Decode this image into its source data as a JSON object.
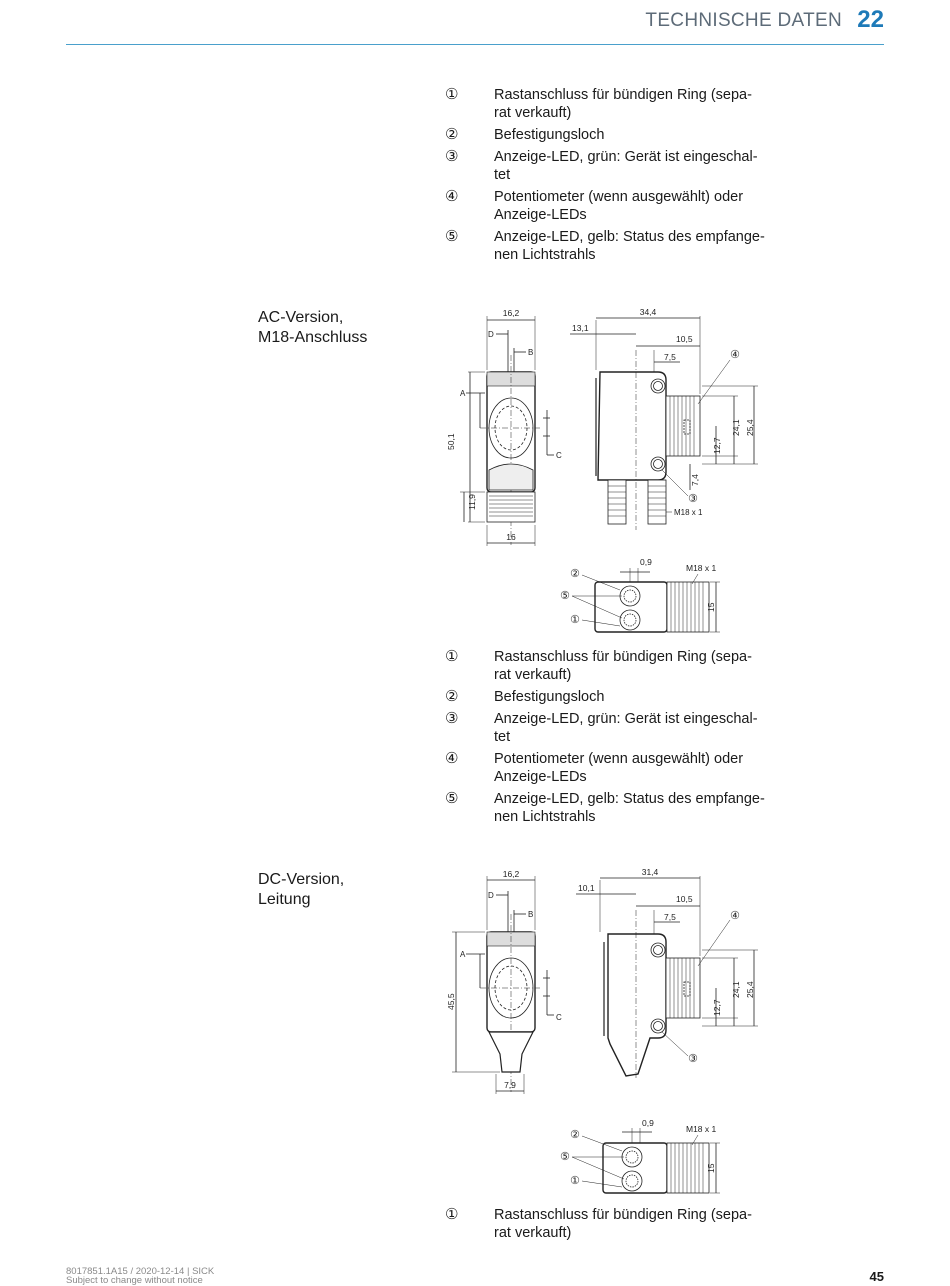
{
  "header": {
    "title": "TECHNISCHE DATEN",
    "chapter": "22"
  },
  "legend": [
    {
      "num": "①",
      "text": "Rastanschluss für bündigen Ring (sepa-\nrat verkauft)"
    },
    {
      "num": "②",
      "text": "Befestigungsloch"
    },
    {
      "num": "③",
      "text": "Anzeige-LED, grün: Gerät ist eingeschal-\ntet"
    },
    {
      "num": "④",
      "text": "Potentiometer (wenn ausgewählt) oder\nAnzeige-LEDs"
    },
    {
      "num": "⑤",
      "text": "Anzeige-LED, gelb: Status des empfange-\nnen Lichtstrahls"
    }
  ],
  "sections": {
    "ac": {
      "label": "AC-Version,\nM18-Anschluss"
    },
    "dc": {
      "label": "DC-Version,\nLeitung"
    }
  },
  "drawing_ac": {
    "front": {
      "w_top": "16,2",
      "d": "D",
      "b": "B",
      "a": "A",
      "c": "C",
      "height": "50,1",
      "thread_len": "11,9",
      "w_bottom": "16"
    },
    "side": {
      "total": "34,4",
      "offset": "13,1",
      "d1": "10,5",
      "d2": "7,5",
      "h1": "24,1",
      "h2": "25,4",
      "h3": "12,7",
      "h4": "7,4",
      "thread": "M18 x 1",
      "c4": "④",
      "c3": "③"
    },
    "bottom": {
      "gap": "0,9",
      "thread": "M18 x 1",
      "height": "15",
      "c2": "②",
      "c5": "⑤",
      "c1": "①"
    }
  },
  "drawing_dc": {
    "front": {
      "w_top": "16,2",
      "d": "D",
      "b": "B",
      "a": "A",
      "c": "C",
      "height": "45,5",
      "w_bottom": "7,9"
    },
    "side": {
      "total": "31,4",
      "offset": "10,1",
      "d1": "10,5",
      "d2": "7,5",
      "h1": "24,1",
      "h2": "25,4",
      "h3": "12,7",
      "c4": "④",
      "c3": "③"
    },
    "bottom": {
      "gap": "0,9",
      "thread": "M18 x 1",
      "height": "15",
      "c2": "②",
      "c5": "⑤",
      "c1": "①"
    }
  },
  "footer": {
    "doc_ref": "8017851.1A15 / 2020-12-14 | SICK",
    "notice": "Subject to change without notice",
    "page": "45"
  }
}
